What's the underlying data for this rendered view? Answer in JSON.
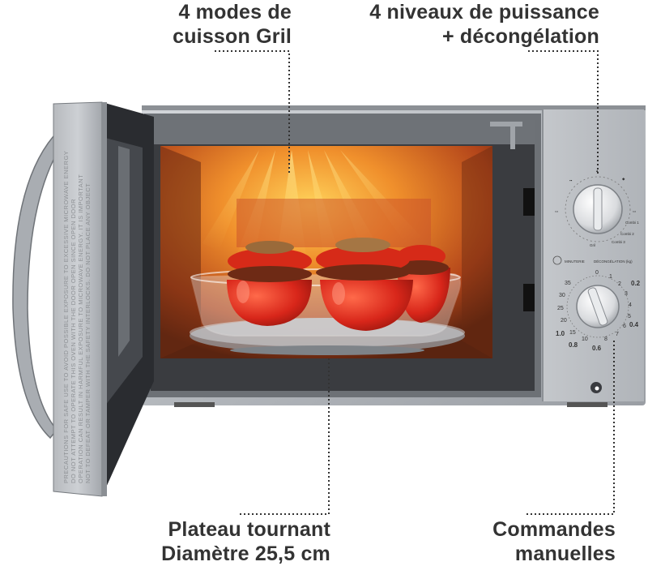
{
  "callouts": {
    "top_left": {
      "line1": "4 modes de",
      "line2": "cuisson Gril"
    },
    "top_right": {
      "line1": "4 niveaux de puissance",
      "line2": "+ décongélation"
    },
    "bottom_left": {
      "line1": "Plateau tournant",
      "line2": "Diamètre 25,5 cm"
    },
    "bottom_right": {
      "line1": "Commandes",
      "line2": "manuelles"
    }
  },
  "panel": {
    "power_knob_labels": [
      "Combi 1",
      "Combi 2",
      "Combi 3",
      "Gril"
    ],
    "minuterie_label": "MINUTERIE",
    "defrost_label": "DÉCONGÉLATION (kg)",
    "timer_scale": [
      "0",
      "1",
      "2",
      "3",
      "4",
      "5",
      "6",
      "7",
      "8",
      "10",
      "15",
      "20",
      "25",
      "30",
      "35"
    ],
    "defrost_weights": [
      "0.2",
      "0.4",
      "0.6",
      "0.8",
      "1.0"
    ],
    "brand_logo": "b-logo"
  },
  "door": {
    "warning_lines": [
      "PRECAUTIONS FOR SAFE USE TO AVOID POSSIBLE EXPOSURE TO EXCESSIVE MICROWAVE ENERGY",
      "DO NOT ATTEMPT TO OPERATE THIS OVEN WITH THE DOOR OPEN SINCE OPEN DOOR",
      "OPERATION CAN RESULT IN HARMFUL EXPOSURE TO MICROWAVE ENERGY. IT IS IMPORTANT",
      "NOT TO DEFEAT OR TAMPER WITH THE SAFETY INTERLOCKS. DO NOT PLACE ANY OBJECT"
    ]
  },
  "colors": {
    "text": "#333333",
    "stainless": "#b9bcc0",
    "cavity_glow": "#e0761f",
    "tomato": "#d8261a"
  }
}
